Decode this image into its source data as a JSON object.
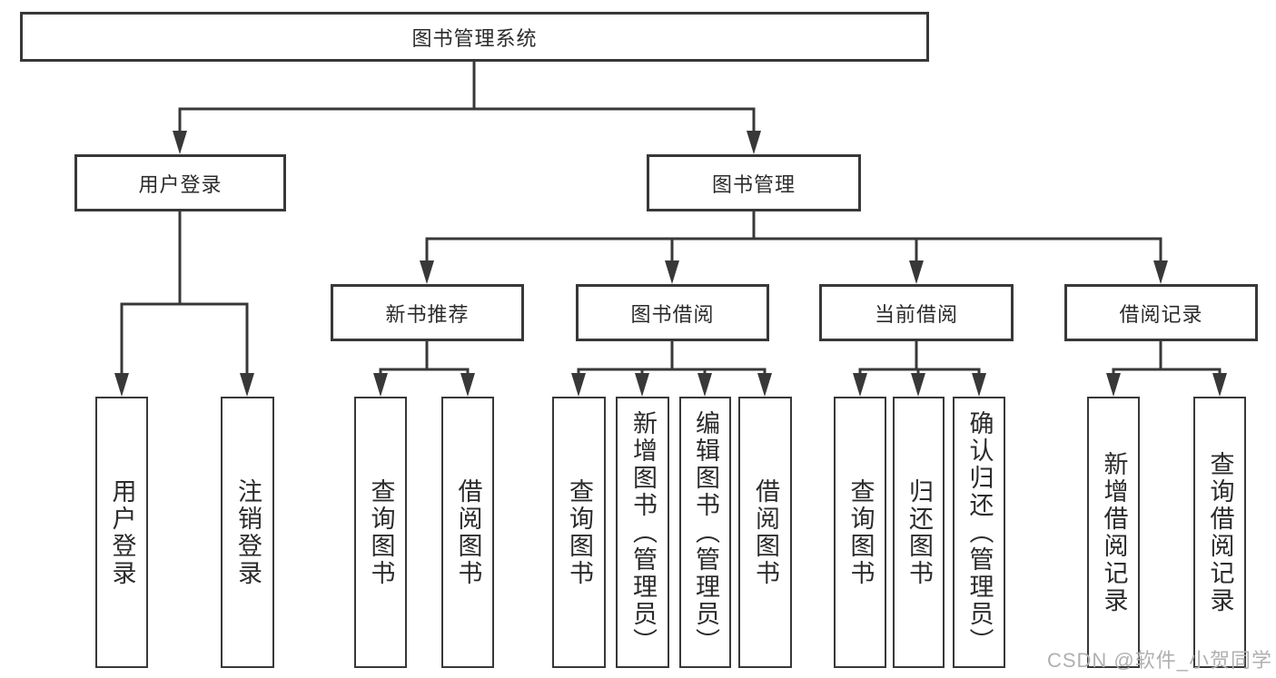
{
  "tree": {
    "root": "图书管理系统",
    "level2": {
      "user_login": "用户登录",
      "book_mgmt": "图书管理"
    },
    "level3": {
      "new_books": "新书推荐",
      "book_borrow": "图书借阅",
      "current_borrow": "当前借阅",
      "borrow_records": "借阅记录"
    },
    "leaves": {
      "user_login_children": [
        "用户登录",
        "注销登录"
      ],
      "new_books_children": [
        "查询图书",
        "借阅图书"
      ],
      "book_borrow_children": [
        "查询图书",
        "新增图书（管理员）",
        "编辑图书（管理员）",
        "借阅图书"
      ],
      "current_borrow_children": [
        "查询图书",
        "归还图书",
        "确认归还（管理员）"
      ],
      "borrow_records_children": [
        "新增借阅记录",
        "查询借阅记录"
      ]
    }
  },
  "watermark": "CSDN @软件_小贺同学",
  "colors": {
    "line": "#383838",
    "text": "#2b2b2b",
    "background": "#ffffff",
    "watermark": "#b0b0b0"
  }
}
